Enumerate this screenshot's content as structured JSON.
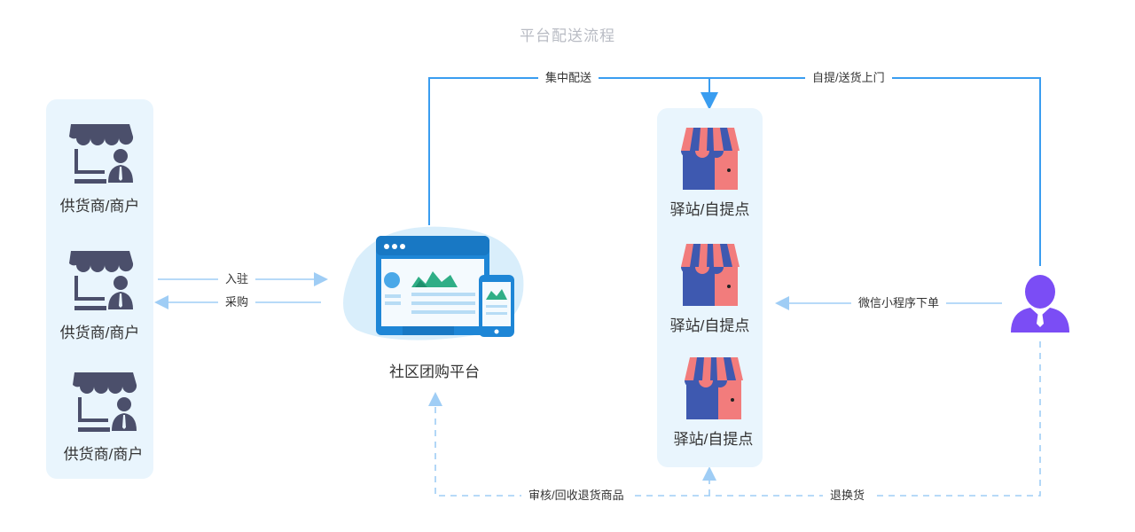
{
  "title": "平台配送流程",
  "suppliers": {
    "items": [
      {
        "label": "供货商/商户"
      },
      {
        "label": "供货商/商户"
      },
      {
        "label": "供货商/商户"
      }
    ]
  },
  "platform": {
    "label": "社区团购平台"
  },
  "stations": {
    "items": [
      {
        "label": "驿站/自提点"
      },
      {
        "label": "驿站/自提点"
      },
      {
        "label": "驿站/自提点"
      }
    ]
  },
  "edges": {
    "settle_in": "入驻",
    "purchase": "采购",
    "central_delivery": "集中配送",
    "self_pickup_delivery": "自提/送货上门",
    "mini_program_order": "微信小程序下单",
    "review_return": "审核/回收退货商品",
    "return_exchange": "退换货"
  },
  "colors": {
    "solid_line": "#3a9df0",
    "light_line": "#9fcdf5",
    "panel_bg": "#e9f5fd",
    "user": "#7b4df5",
    "shop_blue": "#3e59b0",
    "shop_pink": "#f27c7c",
    "supplier_icon": "#4b4f6b"
  }
}
